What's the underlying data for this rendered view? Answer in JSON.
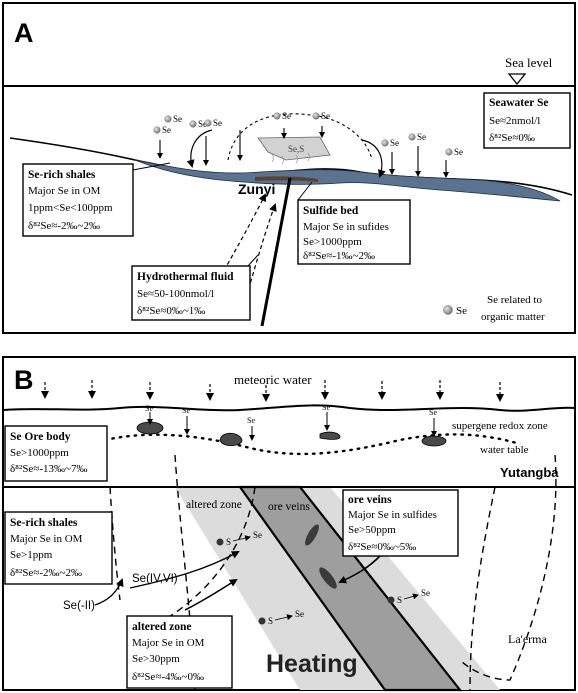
{
  "panel_a": {
    "letter": "A",
    "sea_level": "Sea level",
    "town": "Zunyi",
    "cluster_label": "Se,S",
    "particle_label": "Se",
    "seawater": {
      "title": "Seawater Se",
      "line1": "Se≈2nmol/l",
      "line2": "δ⁸²Se≈0‰"
    },
    "shales": {
      "title": "Se-rich shales",
      "line1": "Major Se in OM",
      "line2": "1ppm<Se<100ppm",
      "line3": "δ⁸²Se≈-2‰~2‰"
    },
    "sulfide": {
      "title": "Sulfide bed",
      "line1": "Major Se in sufides",
      "line2": "Se>1000ppm",
      "line3": "δ⁸²Se≈-1‰~2‰"
    },
    "hydro": {
      "title": "Hydrothermal fluid",
      "line1": "Se≈50-100nmol/l",
      "line2": "δ⁸²Se≈0‰~1‰"
    },
    "legend": {
      "symbol_label": "Se",
      "text1": "Se related to",
      "text2": "organic matter"
    }
  },
  "panel_b": {
    "letter": "B",
    "meteoric": "meteoric water",
    "supergene": "supergene redox zone",
    "water_table": "water table",
    "yutangba": "Yutangba",
    "laerma": "La'erma",
    "heating": "Heating",
    "altered_zone_label": "altered zone",
    "ore_veins_label": "ore veins",
    "se_iv_vi": "Se(IV,VI)",
    "se_ii": "Se(-II)",
    "s_label": "S",
    "se_label": "Se",
    "ore_body": {
      "title": "Se Ore body",
      "line1": "Se>1000ppm",
      "line2": "δ⁸²Se≈-13‰~7‰"
    },
    "shales": {
      "title": "Se-rich shales",
      "line1": "Major Se in OM",
      "line2": "Se>1ppm",
      "line3": "δ⁸²Se≈-2‰~2‰"
    },
    "altered": {
      "title": "altered zone",
      "line1": "Major Se in OM",
      "line2": "Se>30ppm",
      "line3": "δ⁸²Se≈-4‰~0‰"
    },
    "veins": {
      "title": "ore veins",
      "line1": "Major Se in sulfides",
      "line2": "Se>50ppm",
      "line3": "δ⁸²Se≈0‰~5‰"
    }
  }
}
